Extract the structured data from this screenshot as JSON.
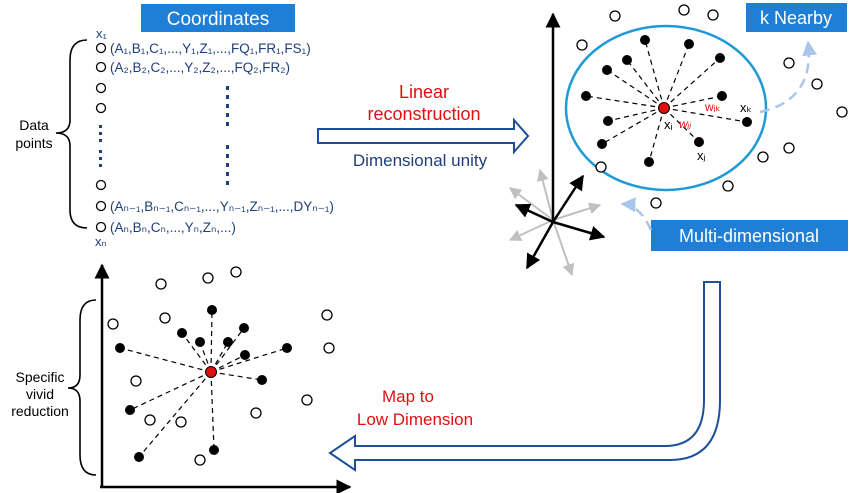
{
  "header": {
    "coordinates": "Coordinates",
    "k_nearby": "k Nearby"
  },
  "left_panel": {
    "top_label": "x₁",
    "bottom_label": "xₙ",
    "brace_label_line1": "Data",
    "brace_label_line2": "points",
    "rows": [
      "(A₁,B₁,C₁,...,Y₁,Z₁,...,FQ₁,FR₁,FS₁)",
      "(A₂,B₂,C₂,...,Y₂,Z₂,...,FQ₂,FR₂)",
      "(Aₙ₋₁,Bₙ₋₁,Cₙ₋₁,...,Yₙ₋₁,Zₙ₋₁,...,DYₙ₋₁)",
      "(Aₙ,Bₙ,Cₙ,...,Yₙ,Zₙ,...)"
    ]
  },
  "middle_arrow": {
    "top_line1": "Linear",
    "top_line2": "reconstruction",
    "bottom": "Dimensional unity"
  },
  "right_panel": {
    "multi_dimensional": "Multi-dimensional",
    "labels": {
      "xk": "xₖ",
      "xi": "xᵢ",
      "xj": "xⱼ",
      "wik": "wᵢₖ",
      "wij": "wᵢⱼ"
    }
  },
  "bottom_arrow": {
    "line1": "Map to",
    "line2": "Low Dimension"
  },
  "bottom_left": {
    "brace_line1": "Specific",
    "brace_line2": "vivid",
    "brace_line3": "reduction"
  },
  "colors": {
    "accent_blue": "#1f7fd6",
    "text_blue": "#1f3f7a",
    "red_text": "#e01010",
    "light_blue_arrow": "#a9c6ea",
    "center_red": "#e01010"
  }
}
